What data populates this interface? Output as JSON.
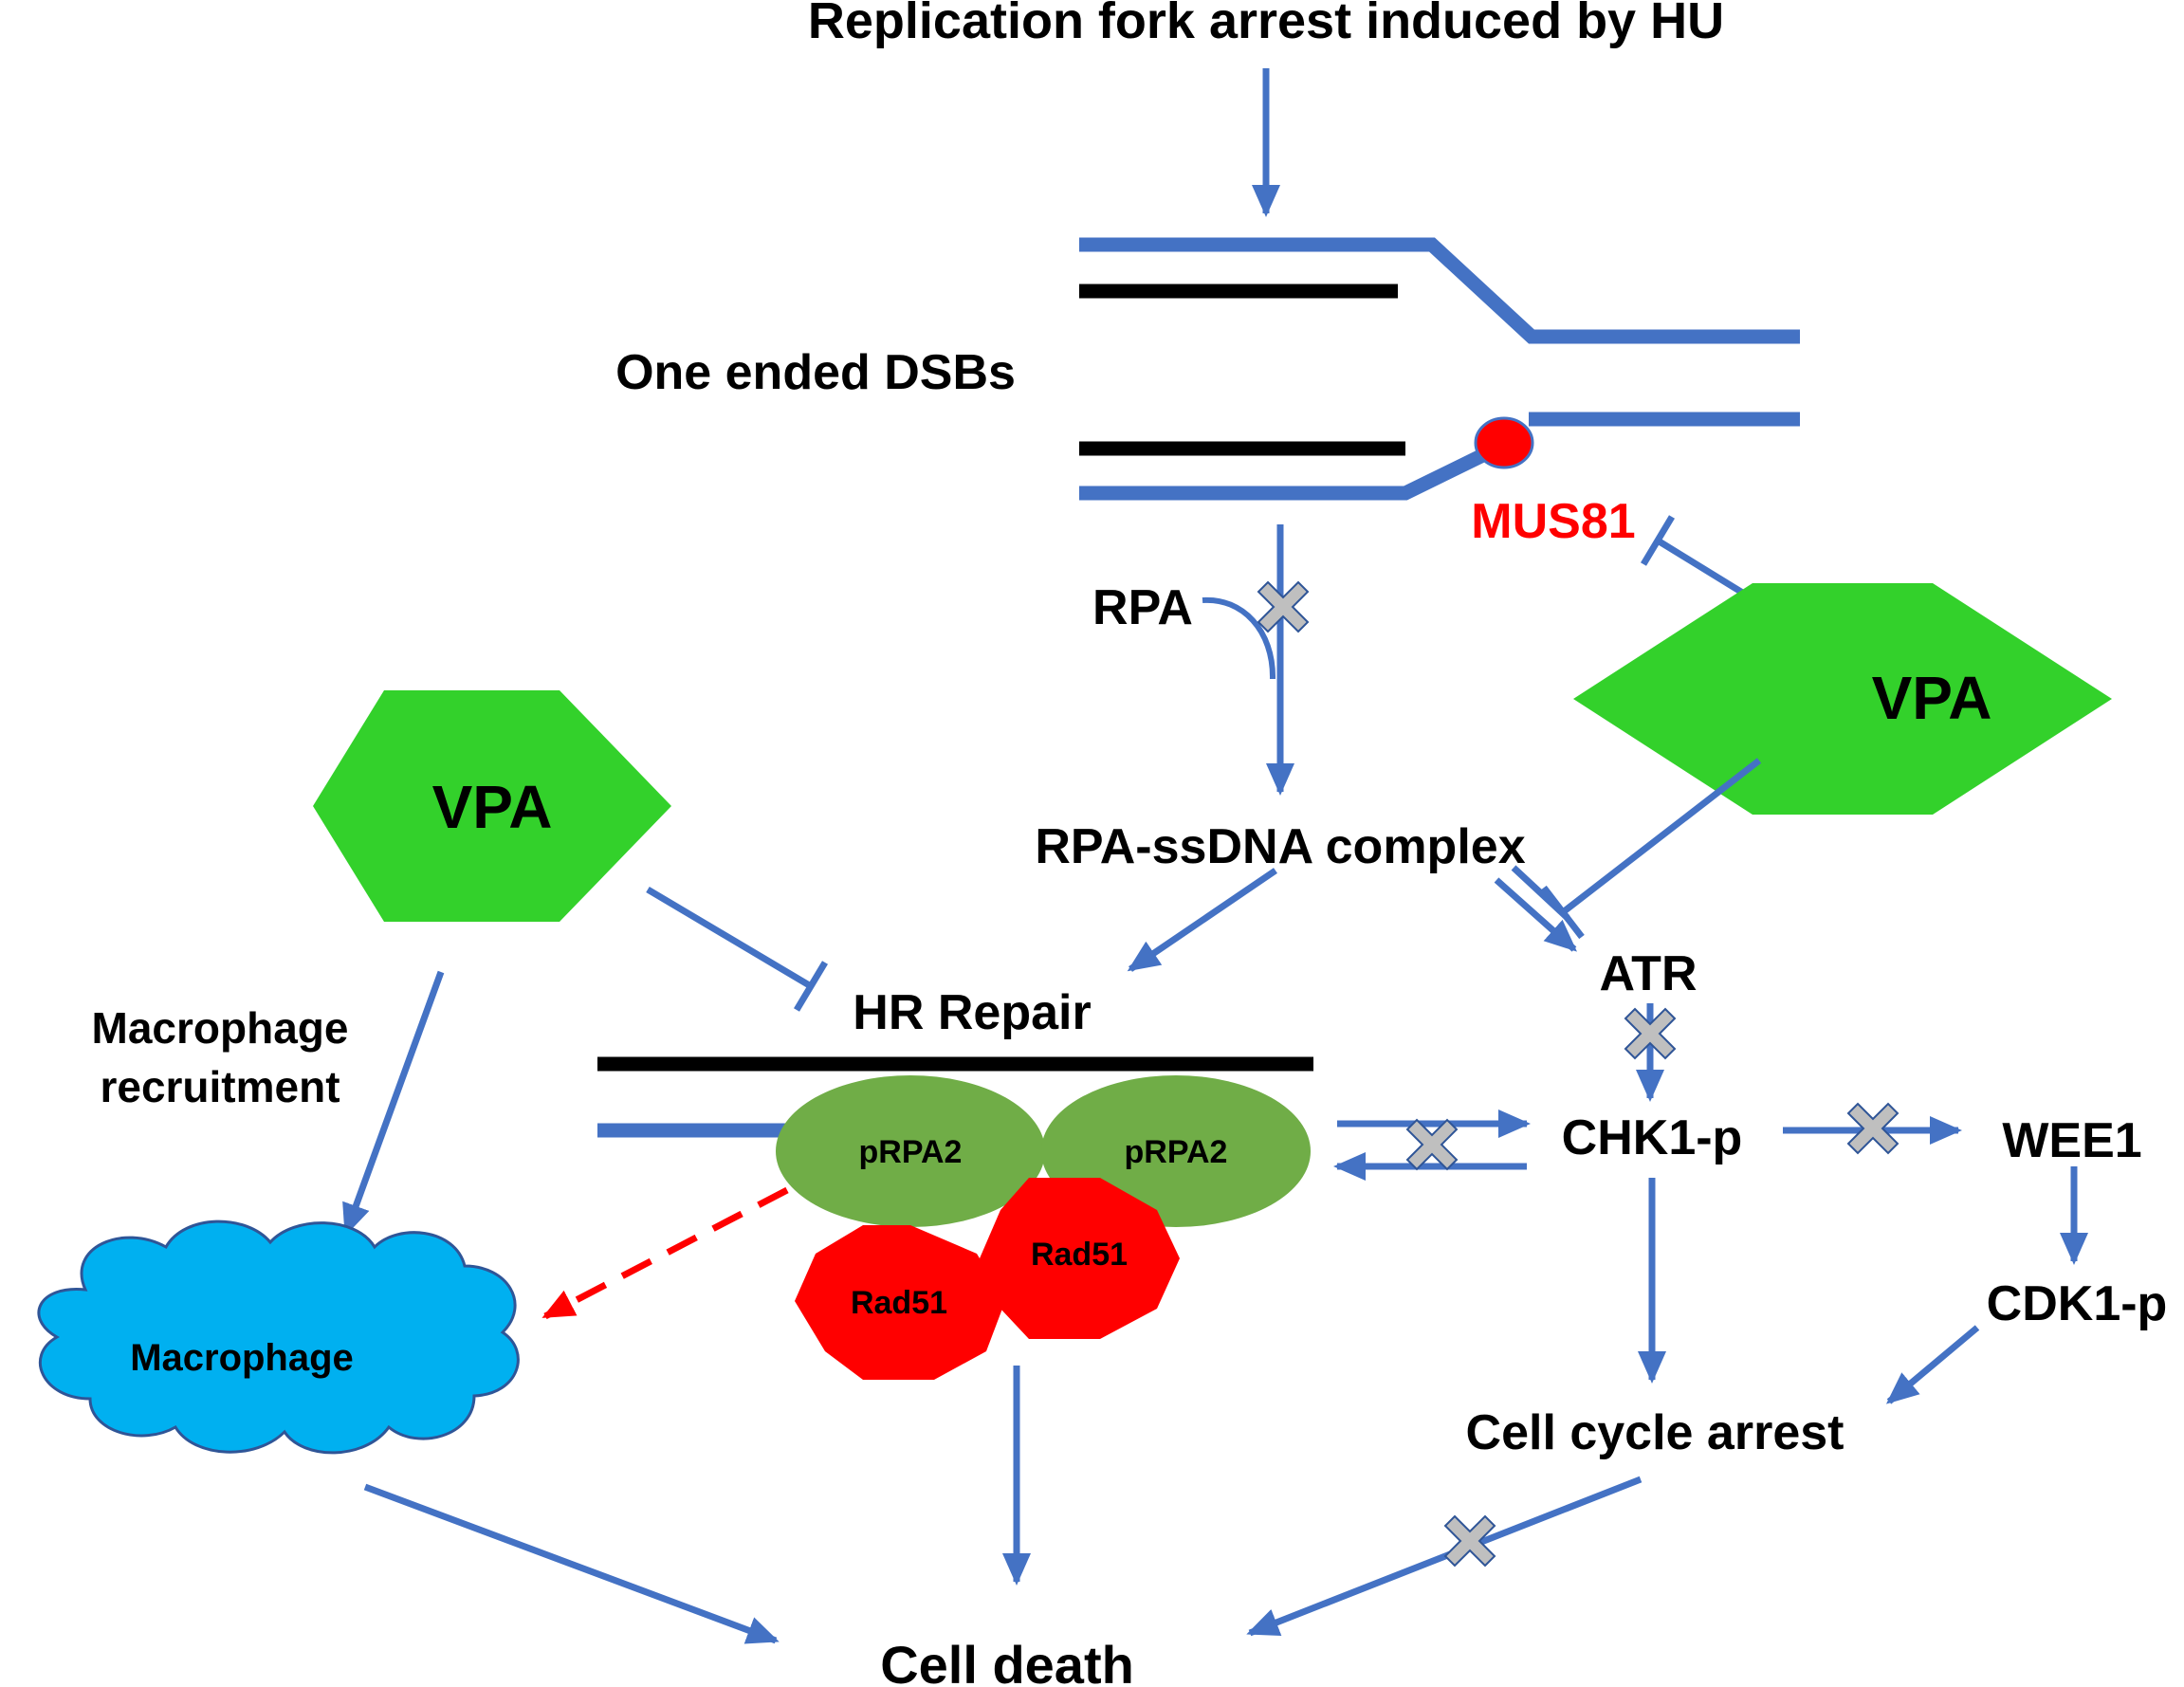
{
  "title": "Replication fork arrest induced by HU",
  "labels": {
    "dsb": "One ended DSBs",
    "mus81": "MUS81",
    "rpa": "RPA",
    "rpa_ssdna": "RPA-ssDNA complex",
    "hr_repair": "HR Repair",
    "atr": "ATR",
    "chk1": "CHK1-p",
    "wee1": "WEE1",
    "cdk1": "CDK1-p",
    "cell_cycle_arrest": "Cell cycle arrest",
    "macrophage_recruitment_line1": "Macrophage",
    "macrophage_recruitment_line2": "recruitment",
    "macrophage": "Macrophage",
    "cell_death": "Cell death"
  },
  "vpa": {
    "left": "VPA",
    "right": "VPA"
  },
  "proteins": {
    "prpa2_left": "pRPA2",
    "prpa2_right": "pRPA2",
    "rad51_left": "Rad51",
    "rad51_right": "Rad51"
  },
  "colors": {
    "arrow": "#4472C4",
    "dna_dark": "#000000",
    "vpa_fill": "#33D12B",
    "prpa2_fill": "#70AD47",
    "rad51_fill": "#FF0000",
    "macrophage_fill": "#00B0F0",
    "mus81_text": "#FF0000",
    "inhibition_x": "#BFBFBF"
  }
}
